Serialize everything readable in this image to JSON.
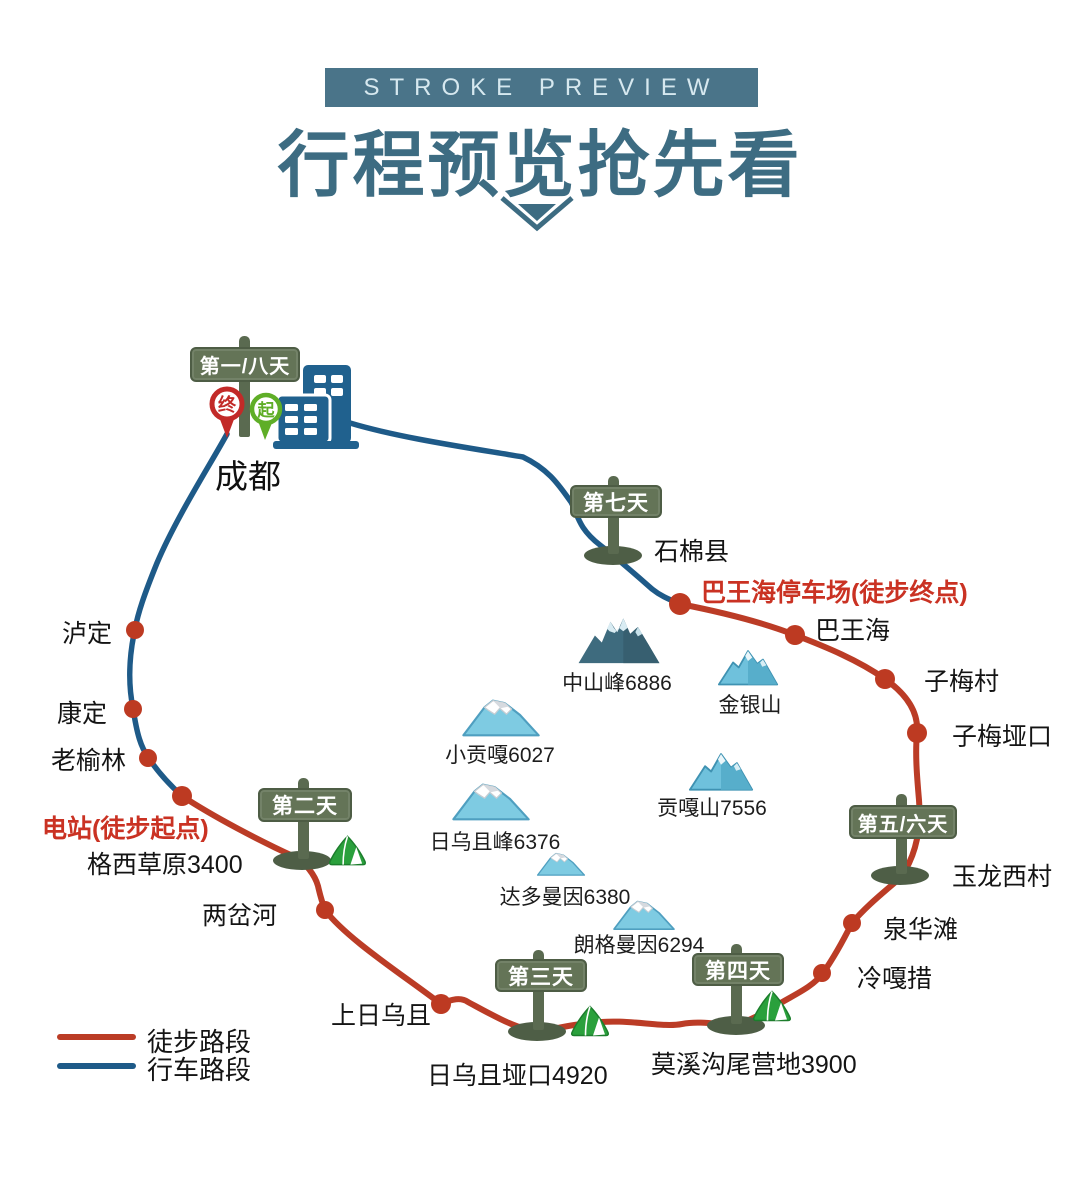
{
  "header": {
    "banner": "STROKE PREVIEW",
    "title": "行程预览抢先看"
  },
  "legend": {
    "hike": "徒步路段",
    "drive": "行车路段"
  },
  "city": {
    "name": "成都",
    "start_pin": "起",
    "end_pin": "终"
  },
  "signs": {
    "day18": "第一/八天",
    "day7": "第七天",
    "day2": "第二天",
    "day3": "第三天",
    "day4": "第四天",
    "day56": "第五/六天"
  },
  "stops": {
    "luding": "泸定",
    "kangding": "康定",
    "laoyulin": "老榆林",
    "dianzhan": "电站(徒步起点)",
    "gexi": "格西草原3400",
    "liangchahe": "两岔河",
    "shangriwuqie": "上日乌且",
    "riwuqie_pass": "日乌且垭口4920",
    "moxigou": "莫溪沟尾营地3900",
    "lenggacuo": "冷嘎措",
    "quanhuatan": "泉华滩",
    "yulongxi": "玉龙西村",
    "zimei_pass": "子梅垭口",
    "zimei_village": "子梅村",
    "bawanghai": "巴王海",
    "bawanghai_parking": "巴王海停车场(徒步终点)",
    "shimian": "石棉县"
  },
  "mountains": {
    "zhongshan": "中山峰6886",
    "jinyin": "金银山",
    "xiaogongga": "小贡嘎6027",
    "gongga": "贡嘎山7556",
    "riwuqie_peak": "日乌且峰6376",
    "daduomanyin": "达多曼因6380",
    "langgemanyin": "朗格曼因6294"
  },
  "colors": {
    "banner_bg": "#4a7489",
    "title": "#3d6c82",
    "hike_route": "#bb3c26",
    "drive_route": "#1e5a88",
    "red_label": "#ca3223",
    "sign_board": "#647457",
    "sign_post": "#5a6a50",
    "tent": "#2aa03c",
    "building": "#20618e",
    "start_pin": "#5fae27",
    "end_pin": "#c22a28"
  }
}
